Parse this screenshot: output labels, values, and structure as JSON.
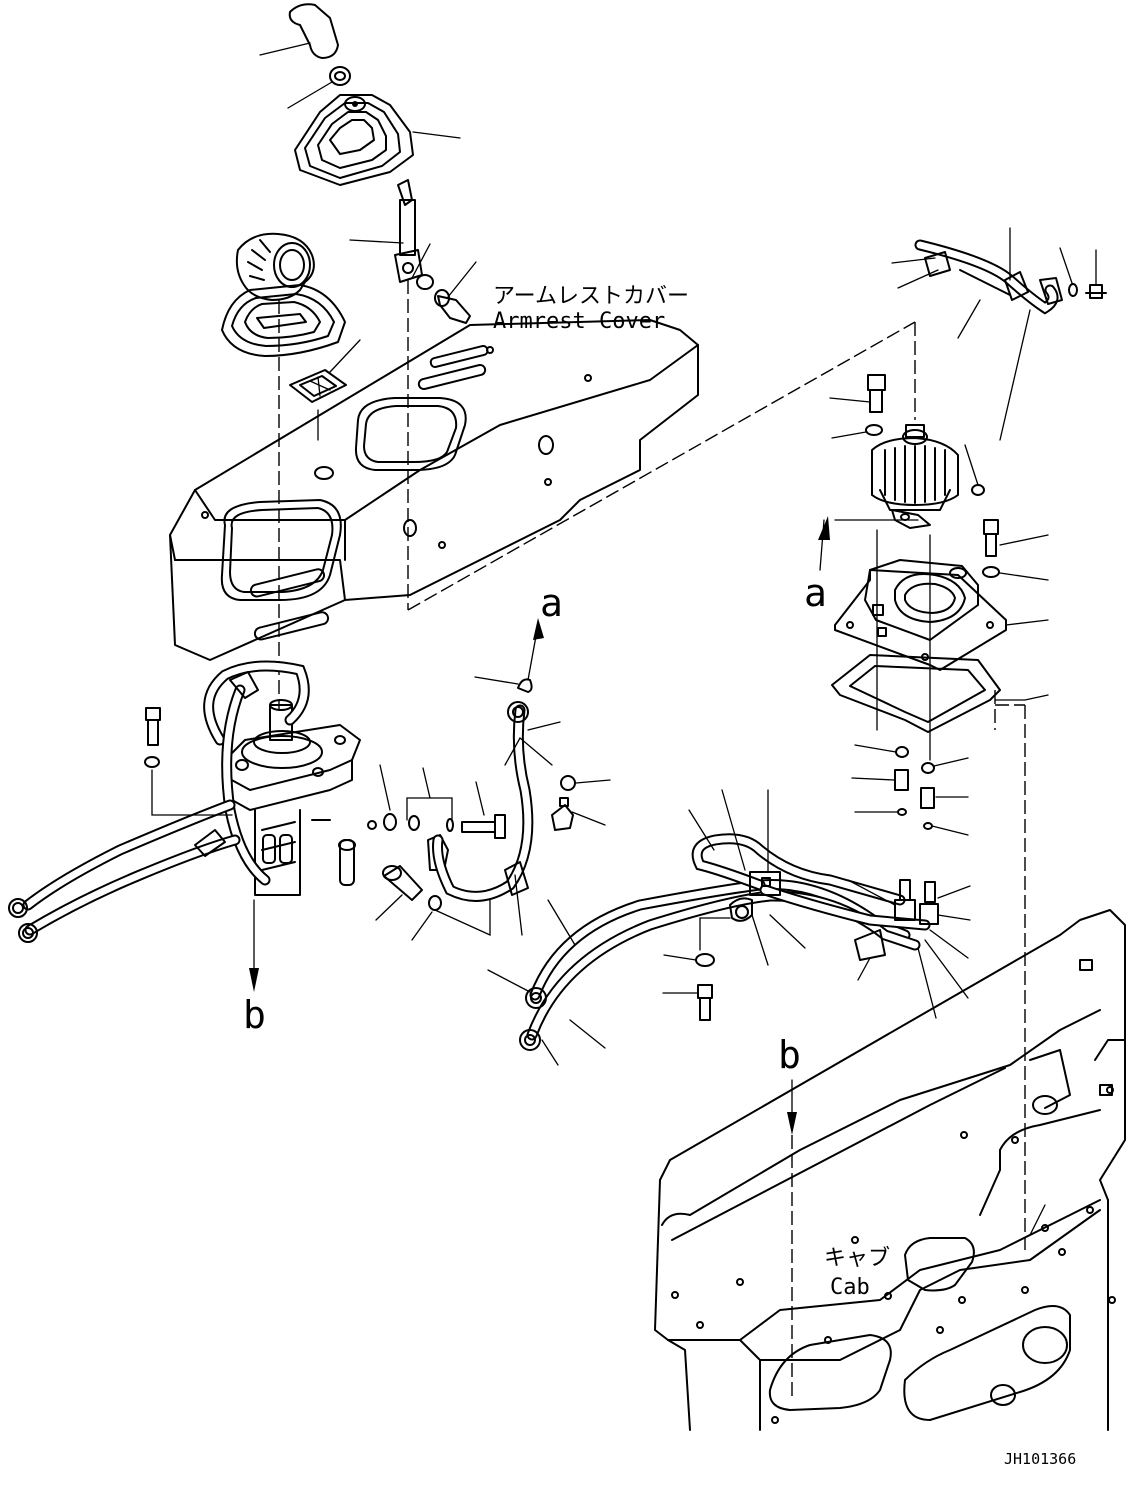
{
  "labels": {
    "armrest_cover_jp": "アームレストカバー",
    "armrest_cover_en": "Armrest Cover",
    "cab_jp": "キャブ",
    "cab_en": "Cab",
    "ref_a": "a",
    "ref_b": "b",
    "drawing_code": "JH101366"
  }
}
